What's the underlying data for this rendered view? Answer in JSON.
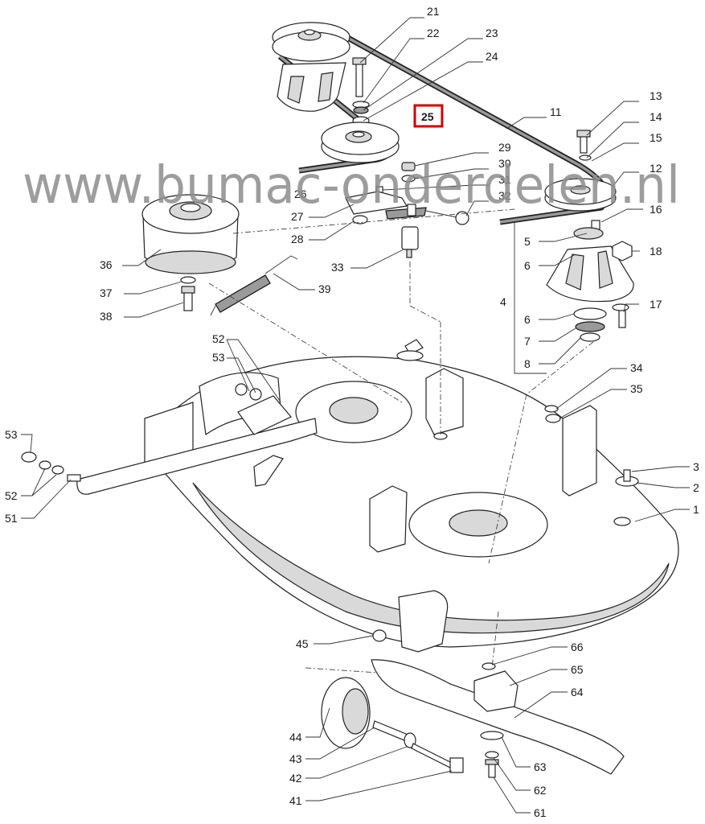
{
  "watermark": "www.bumac-onderdelen.nl",
  "highlight_color": "#d00000",
  "highlighted_label": "25",
  "labels": [
    {
      "id": "l21",
      "text": "21"
    },
    {
      "id": "l22",
      "text": "22"
    },
    {
      "id": "l23",
      "text": "23"
    },
    {
      "id": "l24",
      "text": "24"
    },
    {
      "id": "l25",
      "text": "25"
    },
    {
      "id": "l11",
      "text": "11"
    },
    {
      "id": "l13",
      "text": "13"
    },
    {
      "id": "l14",
      "text": "14"
    },
    {
      "id": "l15",
      "text": "15"
    },
    {
      "id": "l12",
      "text": "12"
    },
    {
      "id": "l29",
      "text": "29"
    },
    {
      "id": "l30",
      "text": "30"
    },
    {
      "id": "l31",
      "text": "31"
    },
    {
      "id": "l32",
      "text": "32"
    },
    {
      "id": "l26",
      "text": "26"
    },
    {
      "id": "l27",
      "text": "27"
    },
    {
      "id": "l28",
      "text": "28"
    },
    {
      "id": "l33",
      "text": "33"
    },
    {
      "id": "l36",
      "text": "36"
    },
    {
      "id": "l37",
      "text": "37"
    },
    {
      "id": "l38",
      "text": "38"
    },
    {
      "id": "l39",
      "text": "39"
    },
    {
      "id": "l16",
      "text": "16"
    },
    {
      "id": "l5",
      "text": "5"
    },
    {
      "id": "l6a",
      "text": "6"
    },
    {
      "id": "l18",
      "text": "18"
    },
    {
      "id": "l4",
      "text": "4"
    },
    {
      "id": "l17",
      "text": "17"
    },
    {
      "id": "l6b",
      "text": "6"
    },
    {
      "id": "l7",
      "text": "7"
    },
    {
      "id": "l8",
      "text": "8"
    },
    {
      "id": "l34",
      "text": "34"
    },
    {
      "id": "l35",
      "text": "35"
    },
    {
      "id": "l52a",
      "text": "52"
    },
    {
      "id": "l53a",
      "text": "53"
    },
    {
      "id": "l53b",
      "text": "53"
    },
    {
      "id": "l52b",
      "text": "52"
    },
    {
      "id": "l51",
      "text": "51"
    },
    {
      "id": "l3",
      "text": "3"
    },
    {
      "id": "l2",
      "text": "2"
    },
    {
      "id": "l1",
      "text": "1"
    },
    {
      "id": "l45",
      "text": "45"
    },
    {
      "id": "l66",
      "text": "66"
    },
    {
      "id": "l65",
      "text": "65"
    },
    {
      "id": "l64",
      "text": "64"
    },
    {
      "id": "l44",
      "text": "44"
    },
    {
      "id": "l43",
      "text": "43"
    },
    {
      "id": "l42",
      "text": "42"
    },
    {
      "id": "l41",
      "text": "41"
    },
    {
      "id": "l63",
      "text": "63"
    },
    {
      "id": "l62",
      "text": "62"
    },
    {
      "id": "l61",
      "text": "61"
    }
  ]
}
